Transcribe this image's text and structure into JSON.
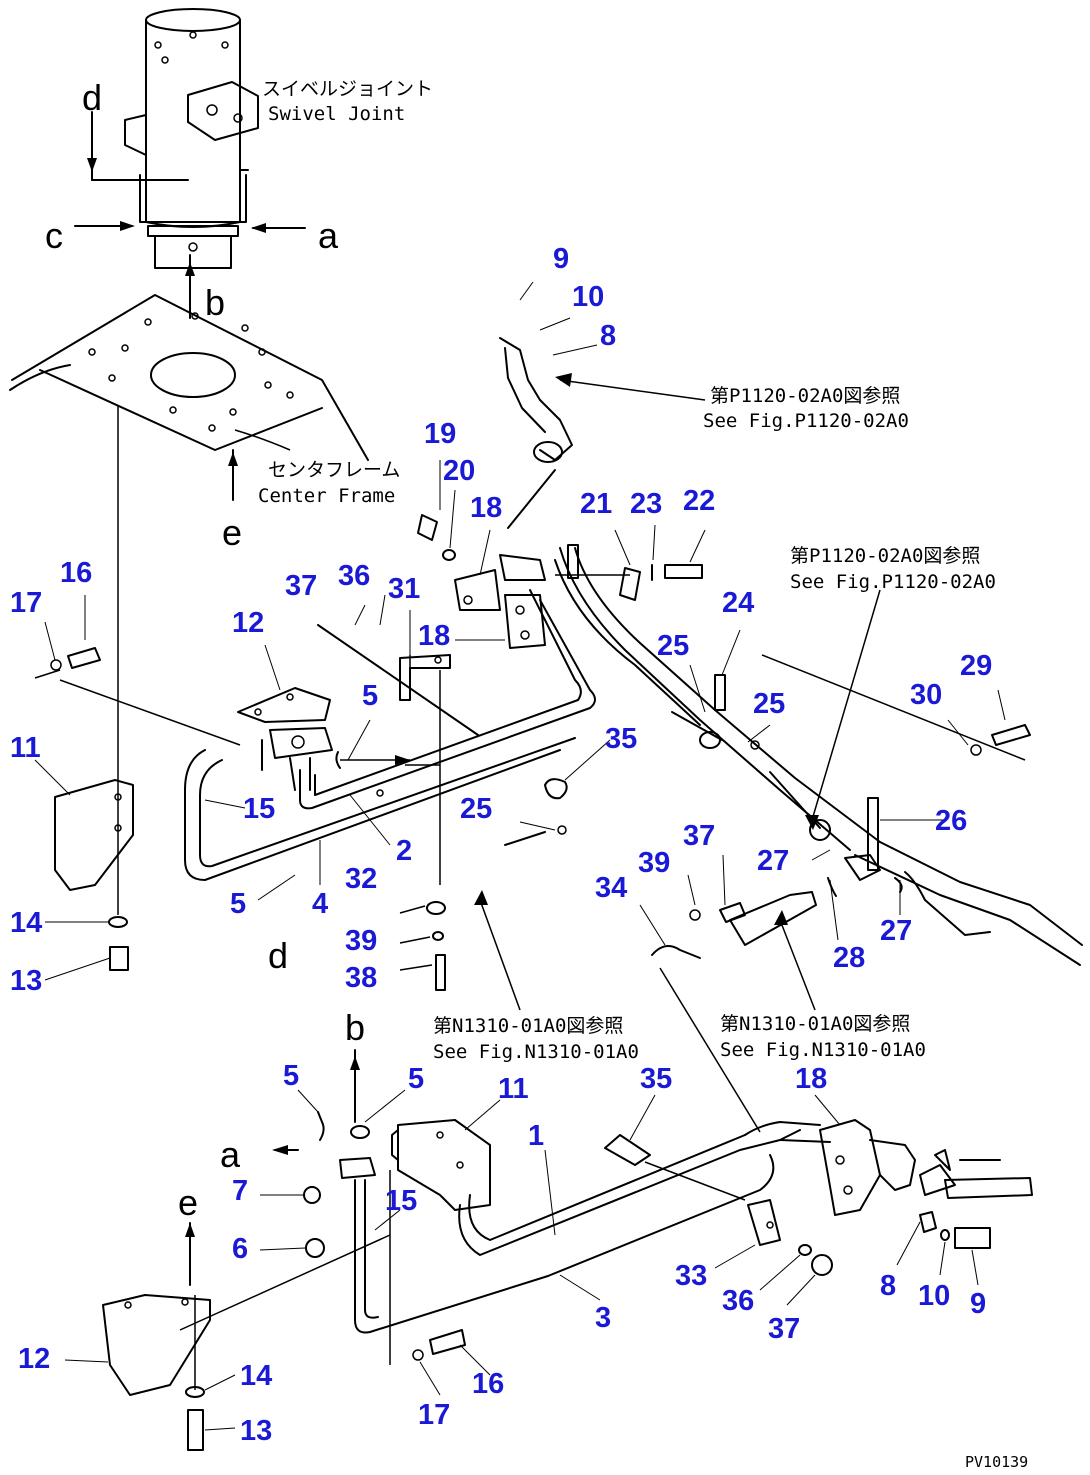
{
  "labels": {
    "swivel_jp": "スイベルジョイント",
    "swivel_en": "Swivel Joint",
    "center_jp": "センタフレーム",
    "center_en": "Center Frame",
    "ref_p1120_jp_1": "第P1120-02A0図参照",
    "ref_p1120_en_1": "See Fig.P1120-02A0",
    "ref_p1120_jp_2": "第P1120-02A0図参照",
    "ref_p1120_en_2": "See Fig.P1120-02A0",
    "ref_n1310_jp_1": "第N1310-01A0図参照",
    "ref_n1310_en_1": "See Fig.N1310-01A0",
    "ref_n1310_jp_2": "第N1310-01A0図参照",
    "ref_n1310_en_2": "See Fig.N1310-01A0",
    "figure_code": "PV10139"
  },
  "view_letters": {
    "a1": "a",
    "c1": "c",
    "d1": "d",
    "b1": "b",
    "e1": "e",
    "d2": "d",
    "b2": "b",
    "a2": "a",
    "e2": "e"
  },
  "parts": {
    "p9a": "9",
    "p10a": "10",
    "p8a": "8",
    "p19": "19",
    "p20": "20",
    "p18a": "18",
    "p21": "21",
    "p23": "23",
    "p22": "22",
    "p24": "24",
    "p25a": "25",
    "p25b": "25",
    "p25c": "25",
    "p29": "29",
    "p30": "30",
    "p26": "26",
    "p27a": "27",
    "p27b": "27",
    "p28": "28",
    "p37a": "37",
    "p36a": "36",
    "p31": "31",
    "p18b": "18",
    "p12a": "12",
    "p5a": "5",
    "p35a": "35",
    "p17a": "17",
    "p16a": "16",
    "p11a": "11",
    "p15a": "15",
    "p2": "2",
    "p5b": "5",
    "p4": "4",
    "p32": "32",
    "p39a": "39",
    "p38": "38",
    "p14a": "14",
    "p13a": "13",
    "p37b": "37",
    "p39b": "39",
    "p34": "34",
    "p5c": "5",
    "p5d": "5",
    "p11b": "11",
    "p1": "1",
    "p35b": "35",
    "p18c": "18",
    "p7": "7",
    "p6": "6",
    "p15b": "15",
    "p3": "3",
    "p33": "33",
    "p36b": "36",
    "p37c": "37",
    "p8b": "8",
    "p10b": "10",
    "p9b": "9",
    "p12b": "12",
    "p14b": "14",
    "p16b": "16",
    "p17b": "17",
    "p13b": "13"
  }
}
